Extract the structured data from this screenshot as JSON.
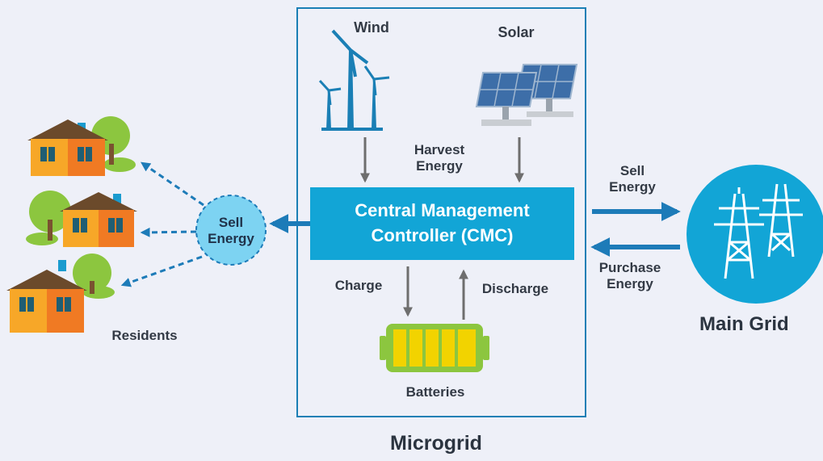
{
  "microgrid": {
    "title": "Microgrid",
    "wind_label": "Wind",
    "solar_label": "Solar",
    "harvest_label": "Harvest Energy",
    "cmc_line1": "Central Management",
    "cmc_line2": "Controller (CMC)",
    "charge_label": "Charge",
    "discharge_label": "Discharge",
    "batteries_label": "Batteries"
  },
  "residents": {
    "label": "Residents",
    "sell_line1": "Sell",
    "sell_line2": "Energy"
  },
  "main_grid": {
    "label": "Main Grid",
    "sell_line1": "Sell",
    "sell_line2": "Energy",
    "purchase_line1": "Purchase",
    "purchase_line2": "Energy"
  },
  "colors": {
    "primary_blue": "#12a5d6",
    "arrow_blue": "#1d7bb8",
    "bubble_fill": "#7dd3f2",
    "battery_green": "#8cc63f",
    "battery_yellow": "#f2d300",
    "gray_arrow": "#6e6e6e"
  }
}
